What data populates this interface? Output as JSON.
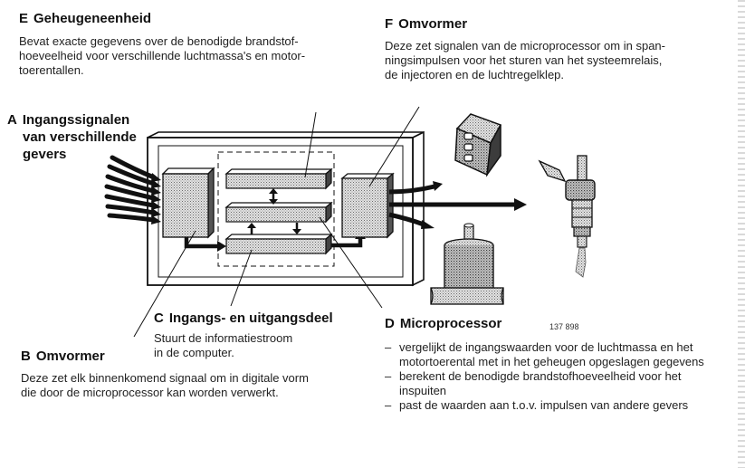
{
  "labels": {
    "e": {
      "letter": "E",
      "title": "Geheugeneenheid",
      "lines": [
        "Bevat exacte gegevens over de benodigde brandstof-",
        "hoeveelheid voor verschillende luchtmassa's en motor-",
        "toerentallen."
      ]
    },
    "f": {
      "letter": "F",
      "title": "Omvormer",
      "lines": [
        "Deze zet signalen van de microprocessor om in span-",
        "ningsimpulsen voor het sturen van het systeemrelais,",
        "de injectoren en de luchtregelklep."
      ]
    },
    "a": {
      "letter": "A",
      "lines": [
        "Ingangssignalen",
        "van verschillende",
        "gevers"
      ]
    },
    "c": {
      "letter": "C",
      "title": "Ingangs- en uitgangsdeel",
      "lines": [
        "Stuurt de informatiestroom",
        "in de computer."
      ]
    },
    "b": {
      "letter": "B",
      "title": "Omvormer",
      "lines": [
        "Deze zet elk binnenkomend signaal om in digitale vorm",
        "die door de microprocessor kan worden verwerkt."
      ]
    },
    "d": {
      "letter": "D",
      "title": "Microprocessor",
      "items": [
        "vergelijkt de ingangswaarden voor de luchtmassa en het motortoerental met in het geheugen opgeslagen gegevens",
        "berekent de benodigde brandstofhoeveelheid voor het inspuiten",
        "past de waarden aan t.o.v. impulsen van andere gevers"
      ]
    }
  },
  "figure_number": "137 898",
  "colors": {
    "ink": "#111111",
    "box_fill": "#bdbdbd",
    "board_fill": "#ffffff"
  }
}
